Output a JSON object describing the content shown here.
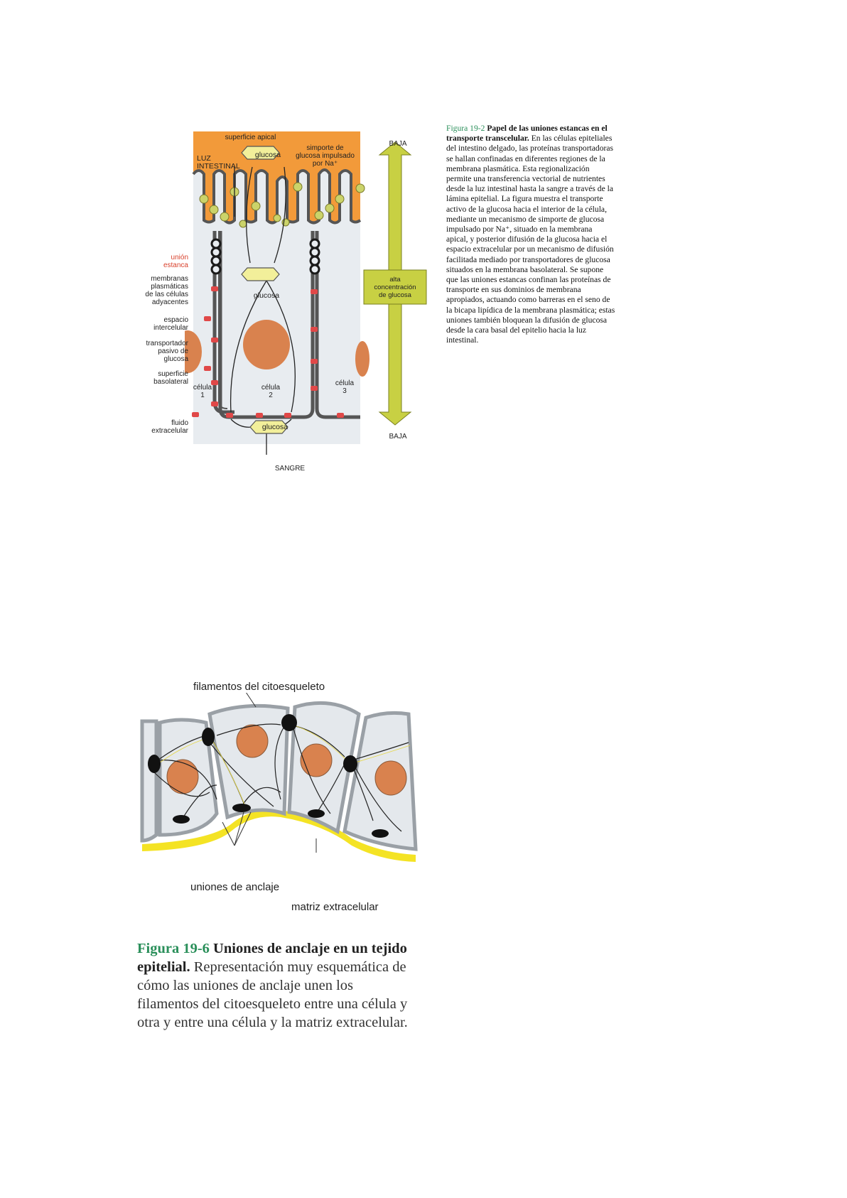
{
  "figure1": {
    "labels": {
      "apical_surface": "superficie apical",
      "luz": "LUZ\nINTESTINAL",
      "glucosa_top": "glucosa",
      "symport": "simporte de\nglucosa impulsado\npor Na⁺",
      "baja_top": "BAJA",
      "baja_bottom": "BAJA",
      "alta": "alta\nconcentración\nde glucosa",
      "tight_junction": "unión\nestanca",
      "membranes": "membranas\nplasmáticas\nde las células\nadyacentes",
      "intercellular": "espacio\nintercelular",
      "passive": "transportador\npasivo de\nglucosa",
      "basolateral": "superficie\nbasolateral",
      "extracellular_fluid": "fluido\nextracelular",
      "glucosa_mid": "glucosa",
      "glucosa_bottom": "glucosa",
      "cell1": "célula\n1",
      "cell2": "célula\n2",
      "cell3": "célula\n3",
      "sangre": "SANGRE"
    },
    "caption": {
      "number": "Figura 19-2",
      "title": "Papel de las uniones estancas en el transporte transcelular.",
      "body": "En las células epiteliales del intestino delgado, las proteínas transportadoras se hallan confinadas en diferentes regiones de la membrana plasmática. Esta regionalización permite una transferencia vectorial de nutrientes desde la luz intestinal hasta la sangre a través de la lámina epitelial. La figura muestra el transporte activo de la glucosa hacia el interior de la célula, mediante un mecanismo de simporte de glucosa impulsado por Na⁺, situado en la membrana apical, y posterior difusión de la glucosa hacia el espacio extracelular por un mecanismo de difusión facilitada mediado por transportadores de glucosa situados en la membrana basolateral. Se supone que las uniones estancas confinan las proteínas de transporte en sus dominios de membrana apropiados, actuando como barreras en el seno de la bicapa lipídica de la membrana plasmática; estas uniones también bloquean la difusión de glucosa desde la cara basal del epitelio hacia la luz intestinal."
    }
  },
  "figure2": {
    "labels": {
      "filaments": "filamentos del citoesqueleto",
      "anchoring": "uniones de anclaje",
      "matrix": "matriz extracelular"
    },
    "caption": {
      "number": "Figura 19-6",
      "title": "Uniones de anclaje en un tejido epitelial.",
      "body": "Representación muy esquemática de cómo las uniones de anclaje unen los filamentos del citoesqueleto entre una célula y otra y entre una célula y la matriz extracelular."
    }
  },
  "colors": {
    "lumen": "#f29a3a",
    "cytoplasm": "#e4e8ec",
    "nucleus": "#d9824e",
    "membrane": "#5b5b5b",
    "transporter": "#e04848",
    "symporter": "#cbd36a",
    "gradient": "#c8d043",
    "matrix": "#f4e324",
    "junction": "#1a1a1a"
  }
}
